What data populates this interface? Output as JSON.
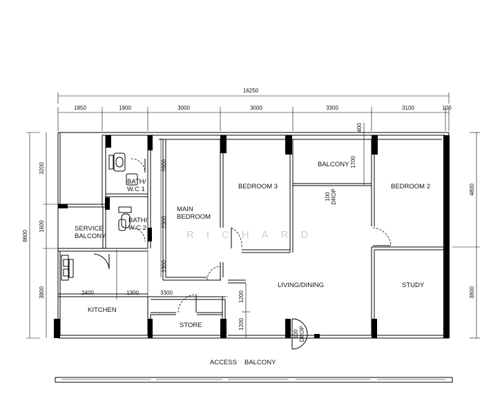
{
  "rooms": {
    "bath_wc_1": "BATH/\nW.C 1",
    "bath_wc_2": "BATH/\nW.C 2",
    "main_bedroom": "MAIN\nBEDROOM",
    "bedroom_3": "BEDROOM 3",
    "balcony": "BALCONY",
    "bedroom_2": "BEDROOM 2",
    "service_balcony": "SERVICE\nBALCONY",
    "living_dining": "LIVING/DINING",
    "study": "STUDY",
    "kitchen": "KITCHEN",
    "store": "STORE"
  },
  "drops": {
    "balcony_drop": "100\nDROP",
    "entrance_drop": "100\nDROP"
  },
  "access_balcony": [
    "ACCESS",
    "BALCONY"
  ],
  "watermark": "RICHARD",
  "dimensions": {
    "overall_width": "16250",
    "top_segments": [
      "1850",
      "1900",
      "3000",
      "3000",
      "3300",
      "3100",
      "100"
    ],
    "balcony_top": "400",
    "balcony_depth": "1700",
    "left_total": "8600",
    "left_segments": [
      "3200",
      "1600",
      "3800"
    ],
    "right_segments": [
      "4800",
      "3800"
    ],
    "bath1_height": "2600",
    "bath2_height": "2300",
    "main_bedroom_lower": "1300",
    "kitchen_segments": [
      "2400",
      "1300",
      "3300"
    ],
    "entrance_upper": "1200",
    "entrance_lower": "1200"
  }
}
